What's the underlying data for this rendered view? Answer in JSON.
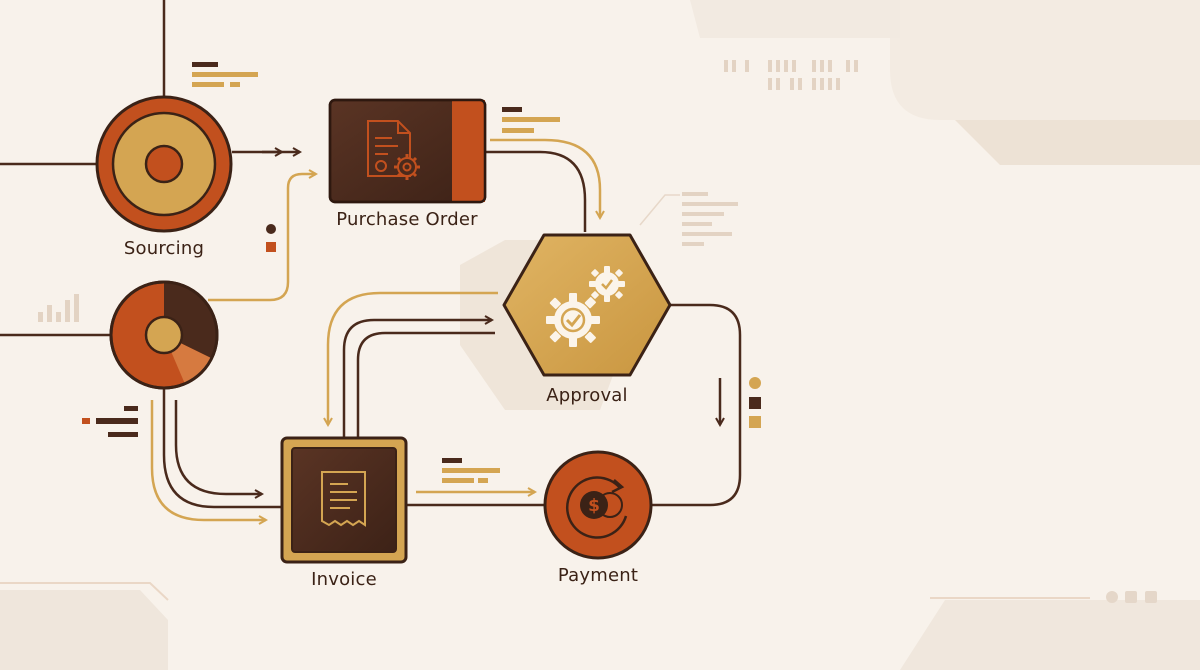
{
  "nodes": {
    "sourcing": {
      "label": "Sourcing",
      "icon": "target-icon"
    },
    "purchase_order": {
      "label": "Purchase Order",
      "icon": "document-gears-icon"
    },
    "approval": {
      "label": "Approval",
      "icon": "gears-check-icon"
    },
    "invoice": {
      "label": "Invoice",
      "icon": "receipt-icon"
    },
    "payment": {
      "label": "Payment",
      "icon": "dollar-coin-cycle-icon"
    }
  },
  "colors": {
    "background": "#f8f2eb",
    "dark_brown": "#4a2a1c",
    "rust": "#c2501e",
    "gold": "#d4a552",
    "line": "#4a2a1c",
    "line_gold": "#d4a552"
  }
}
